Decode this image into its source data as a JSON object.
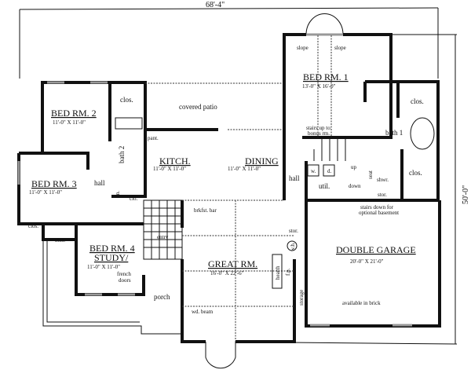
{
  "dimensions": {
    "width": "68'-4\"",
    "depth": "50'-0\""
  },
  "rooms": {
    "bed2": {
      "name": "BED RM. 2",
      "size": "11'-0\" X 11'-0\""
    },
    "bed3": {
      "name": "BED RM. 3",
      "size": "11'-0\" X 11'-0\""
    },
    "bed4": {
      "name": "BED RM. 4",
      "name2": "STUDY/",
      "size": "11'-0\" X 11'-0\""
    },
    "bed1": {
      "name": "BED RM. 1",
      "size": "13'-0\" X 16'-0\""
    },
    "kitchen": {
      "name": "KITCH.",
      "size": "11'-0\" X 11'-0\""
    },
    "dining": {
      "name": "DINING",
      "size": "11'-0\" X 11'-0\""
    },
    "great": {
      "name": "GREAT RM.",
      "size": "16'-0\" X 22'-6\""
    },
    "garage": {
      "name": "DOUBLE GARAGE",
      "size": "20'-0\" X 21'-0\""
    }
  },
  "labels": {
    "covered_patio": "covered patio",
    "clos": "clos.",
    "bath2": "bath 2",
    "bath1": "bath 1",
    "pant": "pant.",
    "hall": "hall",
    "lin": "lin.",
    "clo": "clo.",
    "brkfst_bar": "brkfst. bar",
    "entry": "entry",
    "french_doors_1": "french",
    "french_doors_2": "doors",
    "porch": "porch",
    "wd_beam": "wd. beam",
    "slope": "slope",
    "stairs_up_1": "stairs up to",
    "stairs_up_2": "bonus rm.",
    "w": "w.",
    "d": "d.",
    "util": "util.",
    "up": "up",
    "down": "down",
    "seat": "seat",
    "shwr": "shwr.",
    "stor": "stor.",
    "stairs_down_1": "stairs down for",
    "stairs_down_2": "optional basement",
    "wh": "w.h.",
    "hearth": "hearth",
    "fp": "f.p.",
    "storage": "storage",
    "available_brick": "available in brick"
  }
}
